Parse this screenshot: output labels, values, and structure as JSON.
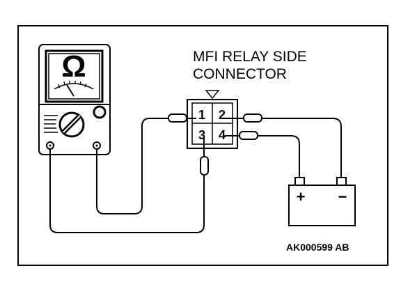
{
  "diagram": {
    "title_line1": "MFI RELAY SIDE",
    "title_line2": "CONNECTOR",
    "figure_code": "AK000599 AB",
    "meter": {
      "symbol": "Ω"
    },
    "connector": {
      "pins": [
        "1",
        "2",
        "3",
        "4"
      ]
    },
    "battery": {
      "positive": "+",
      "negative": "−"
    }
  }
}
